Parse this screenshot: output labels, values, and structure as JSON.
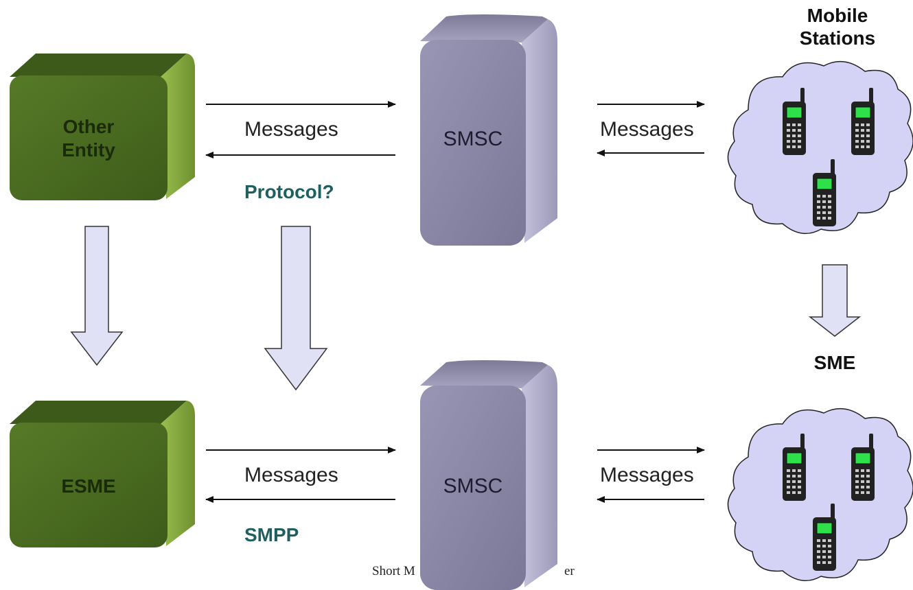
{
  "colors": {
    "entity_box": "#4b6b22",
    "entity_box_side": "#86a83c",
    "smsc_box": "#8c8aa8",
    "smsc_side": "#b4b2cc",
    "cloud_fill": "#d4d3f6",
    "down_arrow_fill": "#e1e1f6",
    "protocol_text": "#1f5f5f",
    "phone_screen": "#2ee04a"
  },
  "top_row": {
    "entity_label": "Other\nEntity",
    "smsc_label": "SMSC",
    "left_messages_label": "Messages",
    "right_messages_label": "Messages",
    "protocol_label": "Protocol?",
    "mobile_label": "Mobile\nStations"
  },
  "bottom_row": {
    "entity_label": "ESME",
    "smsc_label": "SMSC",
    "left_messages_label": "Messages",
    "right_messages_label": "Messages",
    "protocol_label": "SMPP",
    "mobile_label": "SME"
  },
  "caption_left": "Short M",
  "caption_right": "er",
  "icons": {
    "entity": "3d-box-icon",
    "smsc": "server-tower-icon",
    "cloud": "cloud-icon",
    "phone": "mobile-phone-icon",
    "transition": "block-down-arrow-icon"
  }
}
